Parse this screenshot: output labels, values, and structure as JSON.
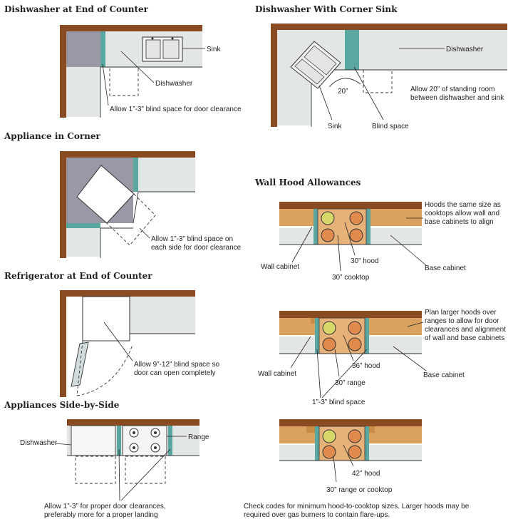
{
  "panels": {
    "dw_end": {
      "title": "Dishwasher at End of Counter",
      "sink": "Sink",
      "dishwasher": "Dishwasher",
      "note": "Allow 1”-3” blind space for door clearance"
    },
    "dw_corner_sink": {
      "title": "Dishwasher With Corner Sink",
      "dishwasher": "Dishwasher",
      "note_line1": "Allow 20” of standing room",
      "note_line2": "between dishwasher and sink",
      "dim": "20”",
      "sink": "Sink",
      "blind": "Blind space"
    },
    "appliance_corner": {
      "title": "Appliance in Corner",
      "note_line1": "Allow 1”-3” blind space on",
      "note_line2": "each side for door clearance"
    },
    "fridge_end": {
      "title": "Refrigerator at End of Counter",
      "note_line1": "Allow 9”-12” blind space so",
      "note_line2": "door can open completely"
    },
    "side_by_side": {
      "title": "Appliances Side-by-Side",
      "dishwasher": "Dishwasher",
      "range": "Range",
      "note_line1": "Allow 1”-3” for proper door clearances,",
      "note_line2": "preferably more for a proper landing"
    },
    "hood": {
      "title": "Wall Hood Allowances",
      "d1_note_line1": "Hoods the same size as",
      "d1_note_line2": "cooktops allow wall and",
      "d1_note_line3": "base cabinets to align",
      "d1_wall": "Wall cabinet",
      "d1_base": "Base cabinet",
      "d1_hood": "30” hood",
      "d1_cooktop": "30” cooktop",
      "d2_note_line1": "Plan larger hoods over",
      "d2_note_line2": "ranges to allow for door",
      "d2_note_line3": "clearances and alignment",
      "d2_note_line4": "of wall and base cabinets",
      "d2_wall": "Wall cabinet",
      "d2_base": "Base cabinet",
      "d2_hood": "36” hood",
      "d2_range": "30” range",
      "d2_blind": "1”-3” blind space",
      "d3_hood": "42” hood",
      "d3_range": "30” range or cooktop",
      "foot_line1": "Check codes for minimum hood-to-cooktop sizes. Larger hoods may be",
      "foot_line2": "required over gas burners to contain flare-ups."
    }
  },
  "colors": {
    "wall": "#8a4a22",
    "counter": "#e2e6e4",
    "blind_space": "#5aa6a0",
    "cabinet_wood": "#d9a25e",
    "burner_front": "#e08a4e",
    "burner_back": "#d8d86a",
    "appliance_grey": "#9b98a6"
  }
}
